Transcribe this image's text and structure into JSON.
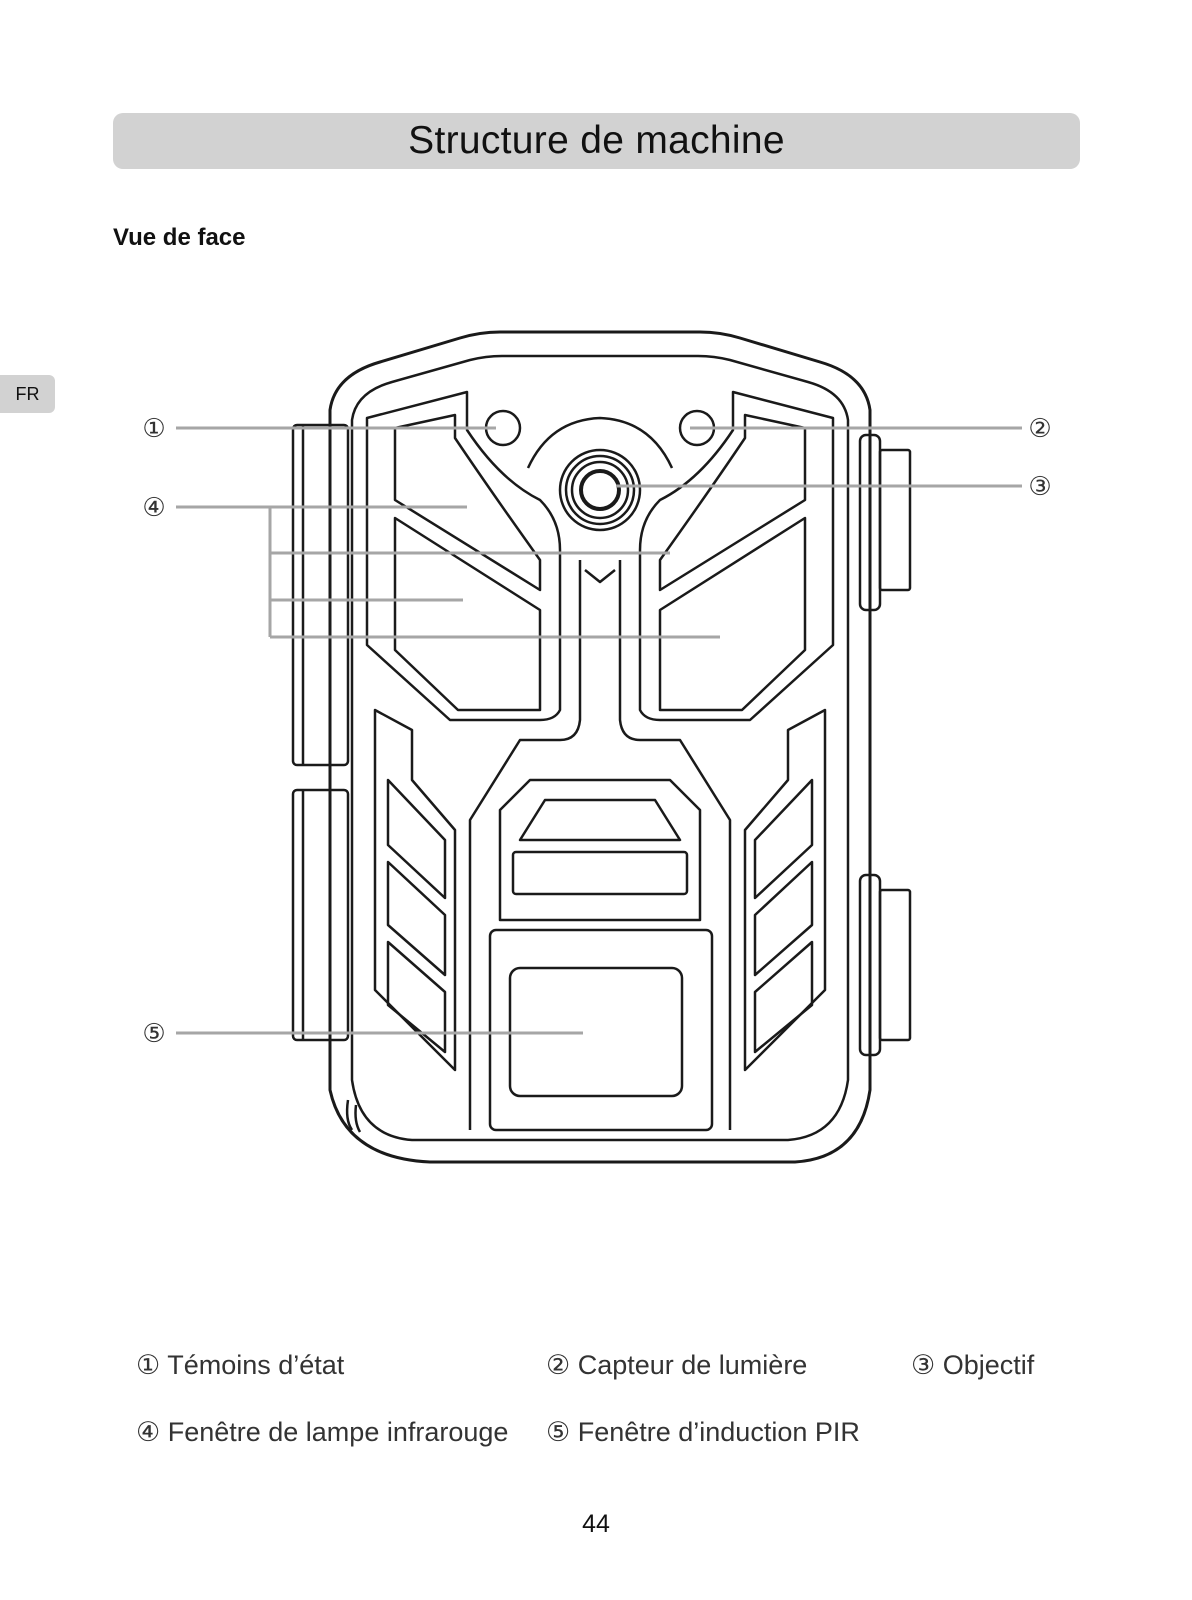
{
  "page": {
    "title": "Structure de machine",
    "subtitle": "Vue de face",
    "lang_tab": "FR",
    "page_number": "44"
  },
  "diagram": {
    "callouts": [
      "①",
      "②",
      "③",
      "④",
      "⑤"
    ]
  },
  "legend": [
    {
      "label": "① Témoins d’état"
    },
    {
      "label": "② Capteur de lumière"
    },
    {
      "label": "③ Objectif"
    },
    {
      "label": "④ Fenêtre de lampe infrarouge"
    },
    {
      "label": "⑤ Fenêtre d’induction PIR"
    }
  ]
}
